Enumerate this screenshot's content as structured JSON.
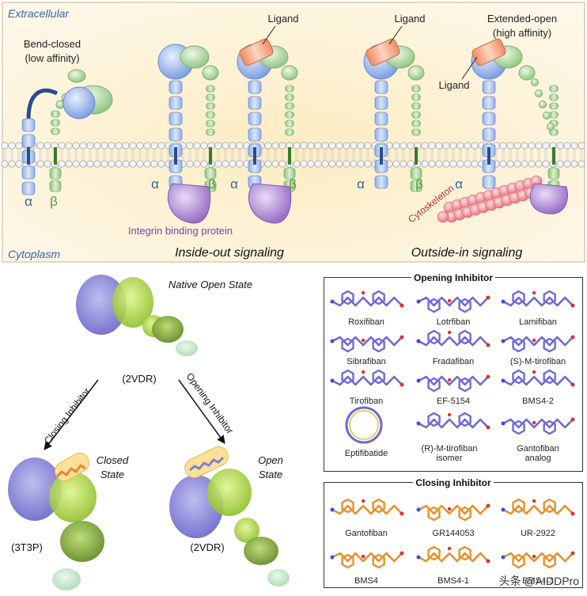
{
  "top": {
    "extracellular": "Extracellular",
    "cytoplasm": "Cytoplasm",
    "bend_closed": "Bend-closed",
    "low_affinity": "(low affinity)",
    "ligand_1": "Ligand",
    "ligand_2": "Ligand",
    "ligand_3": "Ligand",
    "extended_open": "Extended-open",
    "high_affinity": "(high affinity)",
    "alpha": "α",
    "beta": "β",
    "integrin_binding_protein": "Integrin binding protein",
    "cytoskeleton": "Cytoskeleton",
    "inside_out": "Inside-out signaling",
    "outside_in": "Outside-in signaling",
    "colors": {
      "alpha": "#a9c0ec",
      "beta": "#a9d49a",
      "ligand": "#f4a37a",
      "ibp": "#a37fc9",
      "cyto": "#f19a9f",
      "bg": "#fdf3d7"
    }
  },
  "bottom_left": {
    "native_open_state": "Native Open State",
    "pdb_top": "(2VDR)",
    "closing_inhibitor": "Closing Inhibitor",
    "opening_inhibitor": "Opening Inhibitor",
    "closed_state_1": "Closed",
    "closed_state_2": "State",
    "open_state_1": "Open",
    "open_state_2": "State",
    "pdb_closed": "(3T3P)",
    "pdb_open": "(2VDR)"
  },
  "opening_inhibitor": {
    "title": "Opening Inhibitor",
    "compounds": [
      "Roxifiban",
      "Lotrfiban",
      "Lamifiban",
      "Sibrafiban",
      "Fradafiban",
      "(S)-M-tirofiban",
      "Tirofiban",
      "EF-5154",
      "BMS4-2",
      "Eptifibatide",
      "(R)-M-tirofiban isomer",
      "Gantofiban analog"
    ]
  },
  "closing_inhibitor": {
    "title": "Closing Inhibitor",
    "compounds": [
      "Gantofiban",
      "GR144053",
      "UR-2922",
      "BMS4",
      "BMS4-1",
      "BMS4-3"
    ]
  },
  "watermark": "头条 @AIDDPro"
}
